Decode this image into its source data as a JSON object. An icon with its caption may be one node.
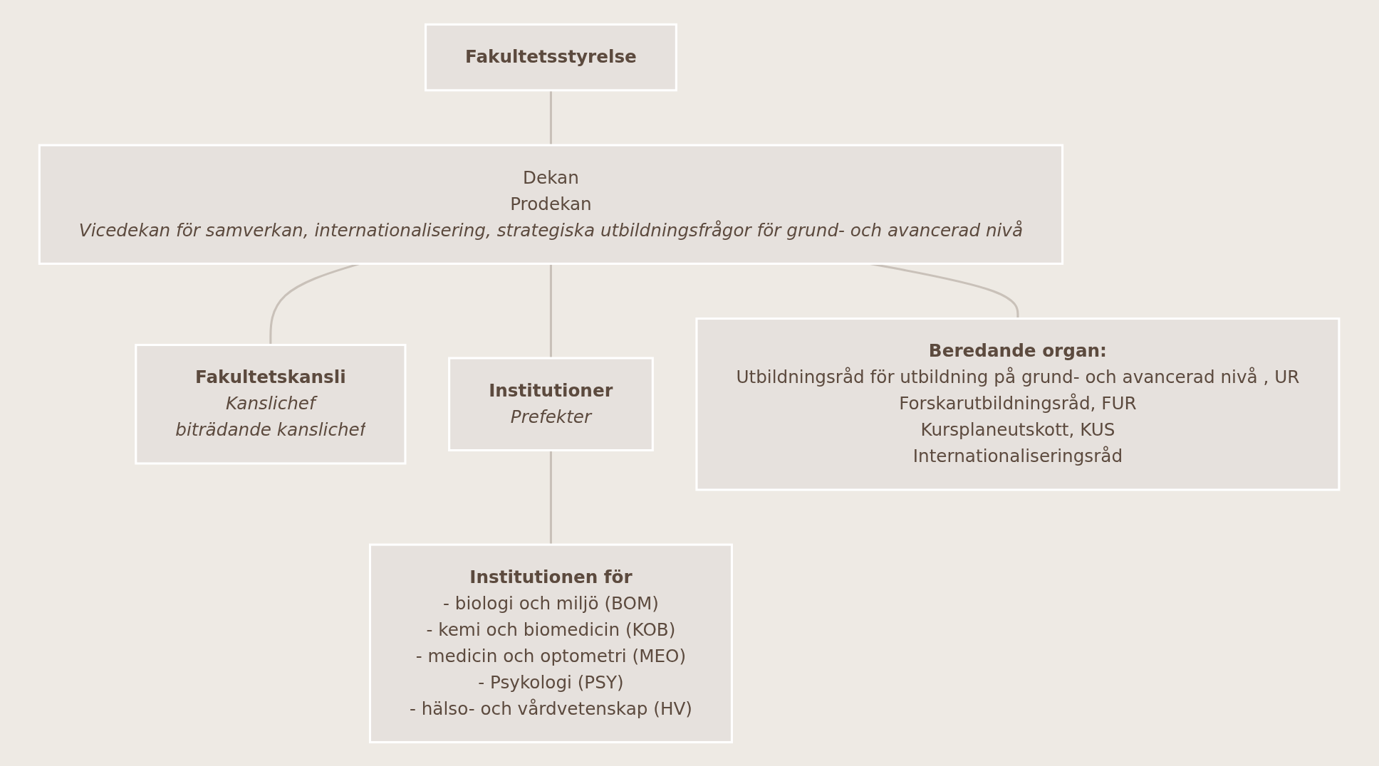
{
  "diagram": {
    "nodes": [
      {
        "text": [
          "Fakultetsstyrelse"
        ]
      },
      {
        "text": [
          "Dekan",
          "Prodekan",
          "Vicedekan för samverkan, internationalisering, strategiska utbildningsfrågor för grund- och avancerad nivå"
        ]
      },
      {
        "text": [
          "Fakultetskansli",
          "Kanslichef",
          "biträdande kanslichef"
        ]
      },
      {
        "text": [
          "Institutioner",
          "Prefekter"
        ]
      },
      {
        "text": [
          "Beredande organ:",
          "Utbildningsråd för utbildning på grund- och avancerad nivå , UR",
          "Forskarutbildningsråd, FUR",
          "Kursplaneutskott, KUS",
          "Internationaliseringsråd"
        ]
      },
      {
        "text": [
          "Institutionen för",
          "- biologi och miljö (BOM)",
          "- kemi och biomedicin (KOB)",
          "- medicin och optometri (MEO)",
          "- Psykologi (PSY)",
          "- hälso- och vårdvetenskap (HV)"
        ]
      }
    ],
    "edges": [
      {
        "from": 0,
        "to": 1,
        "arrow": "none"
      },
      {
        "from": 1,
        "to": 2,
        "arrow": "none"
      },
      {
        "from": 1,
        "to": 3,
        "arrow": "none"
      },
      {
        "from": 1,
        "to": 4,
        "arrow": "none"
      },
      {
        "from": 3,
        "to": 5,
        "arrow": "none"
      }
    ]
  }
}
